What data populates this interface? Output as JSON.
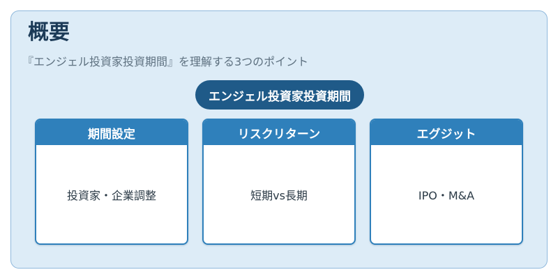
{
  "overview": {
    "title": "概要",
    "subtitle": "『エンジェル投資家投資期間』を理解する3つのポイント",
    "center_label": "エンジェル投資家投資期間"
  },
  "cards": [
    {
      "heading": "期間設定",
      "body": "投資家・企業調整"
    },
    {
      "heading": "リスクリターン",
      "body": "短期vs長期"
    },
    {
      "heading": "エグジット",
      "body": "IPO・M&A"
    }
  ],
  "colors": {
    "panel_background": "#ddecf7",
    "panel_border": "#8fb8dc",
    "title_text": "#1b3a57",
    "center_pill": "#1f5a88",
    "card_header": "#2f80bb",
    "card_body_text": "#2b3a46"
  }
}
